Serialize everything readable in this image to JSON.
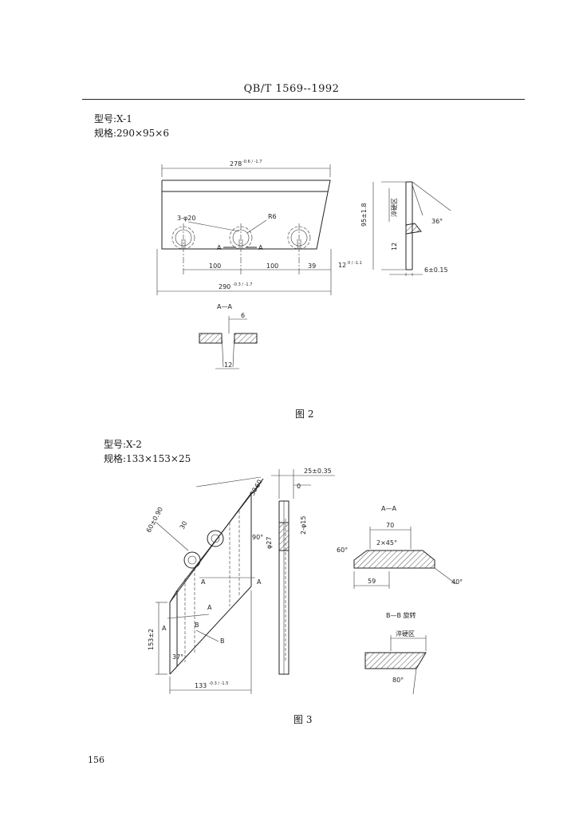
{
  "header": {
    "standard": "QB/T 1569--1992"
  },
  "figure2": {
    "model": "型号:X-1",
    "spec": "规格:290×95×6",
    "caption": "图 2",
    "dims": {
      "top_width": "278",
      "top_tol": "-0.6 / -1.7",
      "hole": "3-φ20",
      "radius": "R6",
      "pitch1": "100",
      "pitch2": "100",
      "edge": "39",
      "slot_depth": "12",
      "slot_tol": "0 / -1.1",
      "overall": "290",
      "overall_tol": "-0.3 / -1.7",
      "height": "95±1.8",
      "hardened_zone": "淬硬区",
      "angle": "36°",
      "side_12": "12",
      "thickness": "6±0.15",
      "section_label": "A—A",
      "section_6": "6",
      "section_12": "12",
      "cut_a": "A"
    }
  },
  "figure3": {
    "model": "型号:X-2",
    "spec": "规格:133×153×25",
    "caption": "图 3",
    "dims": {
      "thickness": "25±0.35",
      "zero": "0",
      "d60": "60",
      "d30a": "30",
      "d30b": "30",
      "d60tol": "60±0.90",
      "holes": "2-φ15",
      "phi27": "φ27",
      "angle90": "90°",
      "height": "153±2",
      "angle37": "37°",
      "width": "133",
      "width_tol": "-0.3 / -1.5",
      "cut_a": "A",
      "cut_b": "B",
      "section_aa": "A—A",
      "d70": "70",
      "chamfer": "2×45°",
      "angle60": "60°",
      "angle40": "40°",
      "d59": "59",
      "section_bb": "B—B 旋转",
      "hardened_zone": "淬硬区",
      "angle80": "80°"
    }
  },
  "footer": {
    "page_number": "156"
  }
}
